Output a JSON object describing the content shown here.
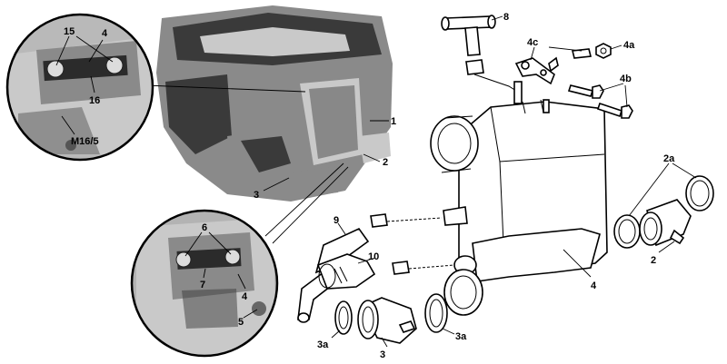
{
  "callouts": {
    "l15": "15",
    "l4_inset": "4",
    "l16": "16",
    "m16": "M16/5",
    "l1": "1",
    "l2_engine": "2",
    "l3_engine": "3",
    "l6": "6",
    "l7": "7",
    "l4_inset2": "4",
    "l5": "5",
    "l8": "8",
    "l4c": "4c",
    "l4a": "4a",
    "l4b": "4b",
    "l2a": "2a",
    "l2": "2",
    "l9": "9",
    "l10": "10",
    "l4": "4",
    "l3a_left": "3a",
    "l3": "3",
    "l3a_right": "3a"
  },
  "colors": {
    "line": "#000000",
    "background": "#ffffff",
    "photo": "#6b6b6b"
  }
}
